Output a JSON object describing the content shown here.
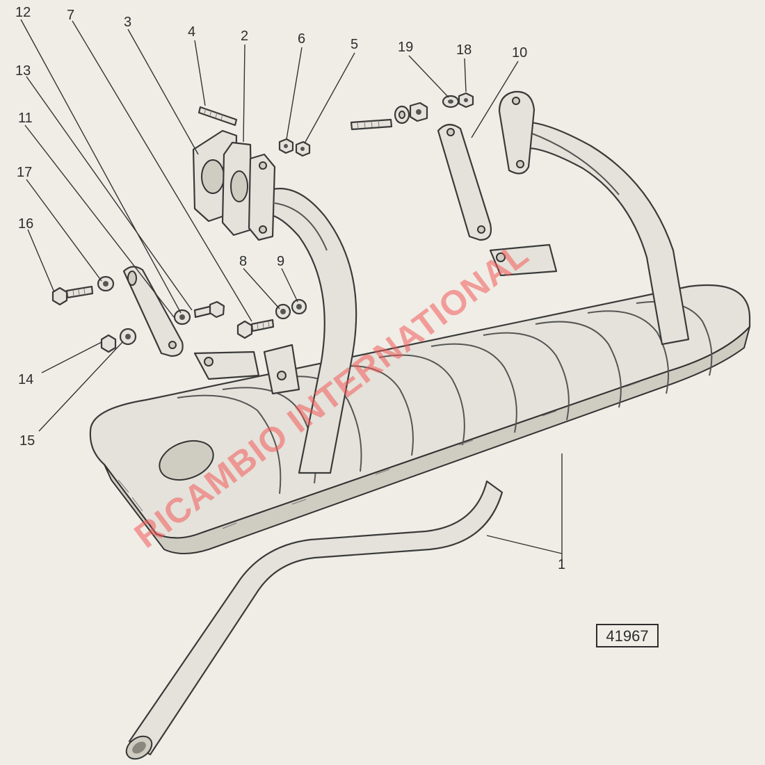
{
  "diagram": {
    "reference_number": "41967",
    "watermark": "RICAMBIO INTERNATIONAL",
    "callouts": [
      "1",
      "2",
      "3",
      "4",
      "5",
      "6",
      "7",
      "8",
      "9",
      "10",
      "11",
      "12",
      "13",
      "14",
      "15",
      "16",
      "17",
      "18",
      "19"
    ]
  }
}
